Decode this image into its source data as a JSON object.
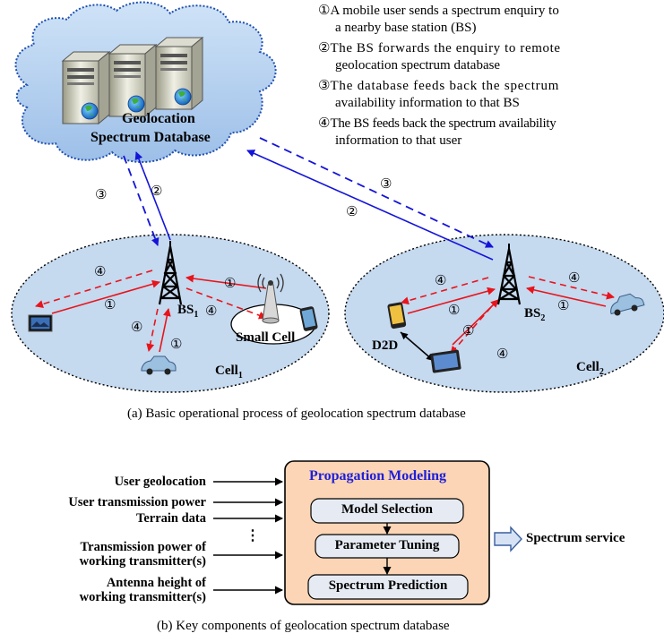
{
  "steps": [
    {
      "num": "①",
      "line1": "A mobile user sends a spectrum enquiry to",
      "line2": "a nearby base station (BS)"
    },
    {
      "num": "②",
      "line1": "The BS forwards the enquiry to remote",
      "line2": "geolocation spectrum database"
    },
    {
      "num": "③",
      "line1": "The database feeds back the spectrum",
      "line2": "availability information to that BS"
    },
    {
      "num": "④",
      "line1": "The BS feeds back the spectrum availability",
      "line2": "information to that user"
    }
  ],
  "database": {
    "line1": "Geolocation",
    "line2": "Spectrum Database"
  },
  "cells": {
    "bs1": "BS",
    "bs1_sub": "1",
    "bs2": "BS",
    "bs2_sub": "2",
    "cell1": "Cell",
    "cell1_sub": "1",
    "cell2": "Cell",
    "cell2_sub": "2",
    "small_cell": "Small Cell",
    "d2d": "D2D"
  },
  "markers": {
    "one": "①",
    "two": "②",
    "three": "③",
    "four": "④"
  },
  "caption_a": "(a) Basic operational process of geolocation spectrum database",
  "inputs": [
    {
      "line1": "User geolocation",
      "line2": ""
    },
    {
      "line1": "User transmission power",
      "line2": ""
    },
    {
      "line1": "Terrain data",
      "line2": ""
    },
    {
      "line1": "Transmission power of",
      "line2": "working transmitter(s)"
    },
    {
      "line1": "Antenna height of",
      "line2": "working transmitter(s)"
    }
  ],
  "ellipsis": "⋮",
  "propagation": {
    "title": "Propagation Modeling",
    "steps": [
      "Model Selection",
      "Parameter Tuning",
      "Spectrum Prediction"
    ]
  },
  "output": "Spectrum service",
  "caption_b": "(b) Key components of geolocation spectrum database",
  "colors": {
    "request": "#e8141b",
    "backhaul": "#1414d9",
    "cell_fill": "#c5d9ef",
    "box_fill": "#fbd5b5",
    "title": "#1f1fd8"
  }
}
